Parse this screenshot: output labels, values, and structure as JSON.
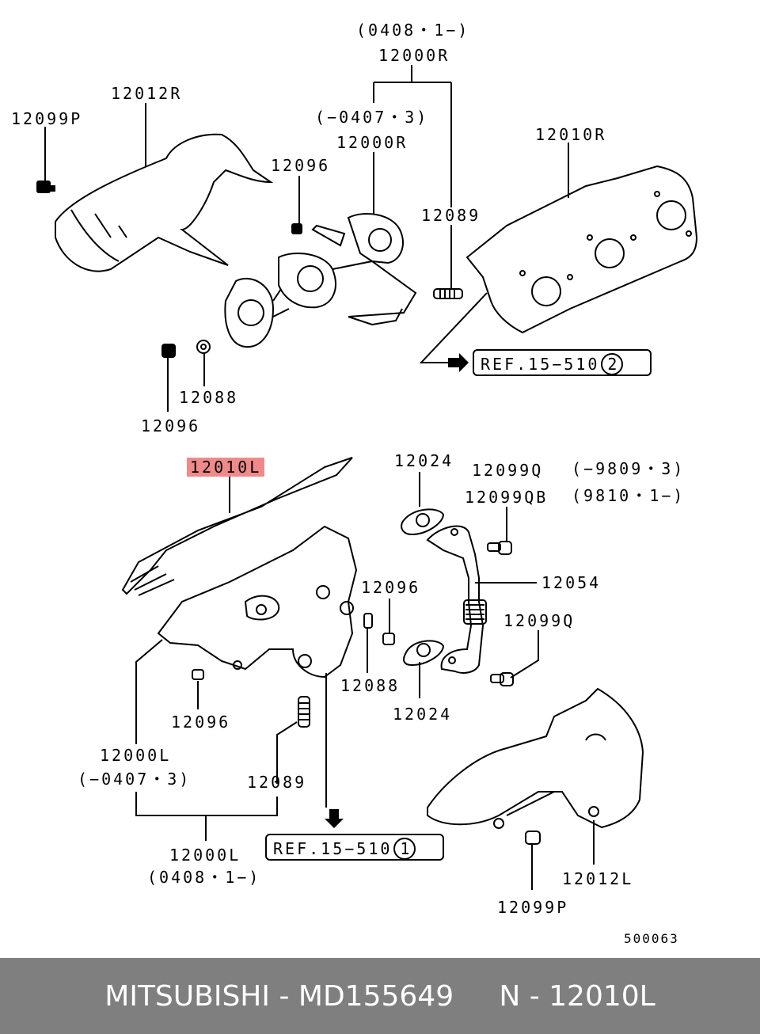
{
  "labels": {
    "l_0408_top": "(0408・1−)",
    "l_12000R_top": "12000R",
    "l_12012R": "12012R",
    "l_12099P_top": "12099P",
    "l_0407_top": "(−0407・3)",
    "l_12000R_mid": "12000R",
    "l_12096_a": "12096",
    "l_12010R": "12010R",
    "l_12089_top": "12089",
    "l_12088_top": "12088",
    "l_12096_b": "12096",
    "l_12010L": "12010L",
    "l_12024_top": "12024",
    "l_12099Q_top": "12099Q",
    "l_9809": "(−9809・3)",
    "l_12099QB": "12099QB",
    "l_9810": "(9810・1−)",
    "l_12054": "12054",
    "l_12096_c": "12096",
    "l_12099Q_mid": "12099Q",
    "l_12088_bot": "12088",
    "l_12024_bot": "12024",
    "l_12096_d": "12096",
    "l_12000L": "12000L",
    "l_0407_bot": "(−0407・3)",
    "l_12089_bot": "12089",
    "l_12000L_bot": "12000L",
    "l_0408_bot": "(0408・1−)",
    "l_12012L": "12012L",
    "l_12099P_bot": "12099P"
  },
  "refs": {
    "ref2_text": "REF.15−510",
    "ref2_num": "2",
    "ref1_text": "REF.15−510",
    "ref1_num": "1"
  },
  "diagram_code": "500063",
  "highlight_color": "#f08a8a",
  "footer": {
    "brand": "MITSUBISHI",
    "separator1": " - ",
    "part_number": "MD155649",
    "gap": "     ",
    "ref_prefix": "N",
    "separator2": " - ",
    "ref_code": "12010L"
  }
}
